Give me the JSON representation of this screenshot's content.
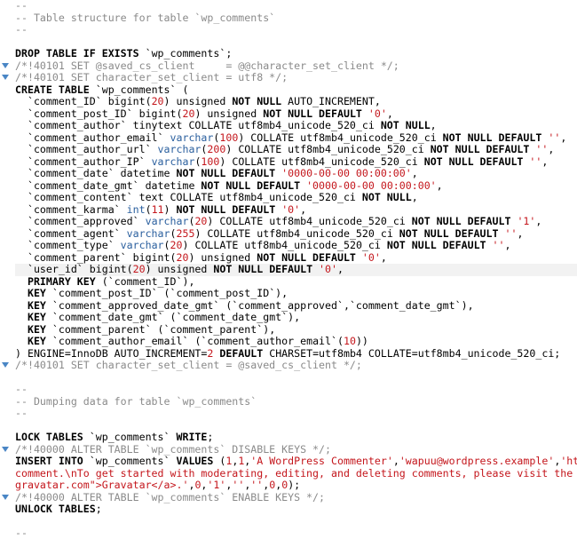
{
  "editor": {
    "lines": [
      {
        "fold": false,
        "current": false,
        "tokens": [
          {
            "c": "c",
            "t": "--"
          }
        ]
      },
      {
        "fold": false,
        "current": false,
        "tokens": [
          {
            "c": "c",
            "t": "-- Table structure for table `wp_comments`"
          }
        ]
      },
      {
        "fold": false,
        "current": false,
        "tokens": [
          {
            "c": "c",
            "t": "--"
          }
        ]
      },
      {
        "fold": false,
        "current": false,
        "tokens": []
      },
      {
        "fold": false,
        "current": false,
        "tokens": [
          {
            "c": "k",
            "t": "DROP TABLE IF EXISTS"
          },
          {
            "c": "p",
            "t": " `wp_comments`;"
          }
        ]
      },
      {
        "fold": true,
        "current": false,
        "tokens": [
          {
            "c": "c",
            "t": "/*!40101 SET @saved_cs_client     = @@character_set_client */;"
          }
        ]
      },
      {
        "fold": true,
        "current": false,
        "tokens": [
          {
            "c": "c",
            "t": "/*!40101 SET character_set_client = utf8 */;"
          }
        ]
      },
      {
        "fold": false,
        "current": false,
        "tokens": [
          {
            "c": "k",
            "t": "CREATE TABLE"
          },
          {
            "c": "p",
            "t": " `wp_comments` ("
          }
        ]
      },
      {
        "fold": false,
        "current": false,
        "tokens": [
          {
            "c": "p",
            "t": "  `comment_ID` bigint("
          },
          {
            "c": "n",
            "t": "20"
          },
          {
            "c": "p",
            "t": ") unsigned "
          },
          {
            "c": "k",
            "t": "NOT NULL"
          },
          {
            "c": "p",
            "t": " AUTO_INCREMENT,"
          }
        ]
      },
      {
        "fold": false,
        "current": false,
        "tokens": [
          {
            "c": "p",
            "t": "  `comment_post_ID` bigint("
          },
          {
            "c": "n",
            "t": "20"
          },
          {
            "c": "p",
            "t": ") unsigned "
          },
          {
            "c": "k",
            "t": "NOT NULL DEFAULT"
          },
          {
            "c": "p",
            "t": " "
          },
          {
            "c": "s",
            "t": "'0'"
          },
          {
            "c": "p",
            "t": ","
          }
        ]
      },
      {
        "fold": false,
        "current": false,
        "tokens": [
          {
            "c": "p",
            "t": "  `comment_author` tinytext COLLATE utf8mb4_unicode_520_ci "
          },
          {
            "c": "k",
            "t": "NOT NULL"
          },
          {
            "c": "p",
            "t": ","
          }
        ]
      },
      {
        "fold": false,
        "current": false,
        "tokens": [
          {
            "c": "p",
            "t": "  `comment_author_email` "
          },
          {
            "c": "t",
            "t": "varchar"
          },
          {
            "c": "p",
            "t": "("
          },
          {
            "c": "n",
            "t": "100"
          },
          {
            "c": "p",
            "t": ") COLLATE utf8mb4_unicode_520_ci "
          },
          {
            "c": "k",
            "t": "NOT NULL DEFAULT"
          },
          {
            "c": "p",
            "t": " "
          },
          {
            "c": "s",
            "t": "''"
          },
          {
            "c": "p",
            "t": ","
          }
        ]
      },
      {
        "fold": false,
        "current": false,
        "tokens": [
          {
            "c": "p",
            "t": "  `comment_author_url` "
          },
          {
            "c": "t",
            "t": "varchar"
          },
          {
            "c": "p",
            "t": "("
          },
          {
            "c": "n",
            "t": "200"
          },
          {
            "c": "p",
            "t": ") COLLATE utf8mb4_unicode_520_ci "
          },
          {
            "c": "k",
            "t": "NOT NULL DEFAULT"
          },
          {
            "c": "p",
            "t": " "
          },
          {
            "c": "s",
            "t": "''"
          },
          {
            "c": "p",
            "t": ","
          }
        ]
      },
      {
        "fold": false,
        "current": false,
        "tokens": [
          {
            "c": "p",
            "t": "  `comment_author_IP` "
          },
          {
            "c": "t",
            "t": "varchar"
          },
          {
            "c": "p",
            "t": "("
          },
          {
            "c": "n",
            "t": "100"
          },
          {
            "c": "p",
            "t": ") COLLATE utf8mb4_unicode_520_ci "
          },
          {
            "c": "k",
            "t": "NOT NULL DEFAULT"
          },
          {
            "c": "p",
            "t": " "
          },
          {
            "c": "s",
            "t": "''"
          },
          {
            "c": "p",
            "t": ","
          }
        ]
      },
      {
        "fold": false,
        "current": false,
        "tokens": [
          {
            "c": "p",
            "t": "  `comment_date` datetime "
          },
          {
            "c": "k",
            "t": "NOT NULL DEFAULT"
          },
          {
            "c": "p",
            "t": " "
          },
          {
            "c": "s",
            "t": "'0000-00-00 00:00:00'"
          },
          {
            "c": "p",
            "t": ","
          }
        ]
      },
      {
        "fold": false,
        "current": false,
        "tokens": [
          {
            "c": "p",
            "t": "  `comment_date_gmt` datetime "
          },
          {
            "c": "k",
            "t": "NOT NULL DEFAULT"
          },
          {
            "c": "p",
            "t": " "
          },
          {
            "c": "s",
            "t": "'0000-00-00 00:00:00'"
          },
          {
            "c": "p",
            "t": ","
          }
        ]
      },
      {
        "fold": false,
        "current": false,
        "tokens": [
          {
            "c": "p",
            "t": "  `comment_content` text COLLATE utf8mb4_unicode_520_ci "
          },
          {
            "c": "k",
            "t": "NOT NULL"
          },
          {
            "c": "p",
            "t": ","
          }
        ]
      },
      {
        "fold": false,
        "current": false,
        "tokens": [
          {
            "c": "p",
            "t": "  `comment_karma` "
          },
          {
            "c": "t",
            "t": "int"
          },
          {
            "c": "p",
            "t": "("
          },
          {
            "c": "n",
            "t": "11"
          },
          {
            "c": "p",
            "t": ") "
          },
          {
            "c": "k",
            "t": "NOT NULL DEFAULT"
          },
          {
            "c": "p",
            "t": " "
          },
          {
            "c": "s",
            "t": "'0'"
          },
          {
            "c": "p",
            "t": ","
          }
        ]
      },
      {
        "fold": false,
        "current": false,
        "tokens": [
          {
            "c": "p",
            "t": "  `comment_approved` "
          },
          {
            "c": "t",
            "t": "varchar"
          },
          {
            "c": "p",
            "t": "("
          },
          {
            "c": "n",
            "t": "20"
          },
          {
            "c": "p",
            "t": ") COLLATE utf8mb4_unicode_520_ci "
          },
          {
            "c": "k",
            "t": "NOT NULL DEFAULT"
          },
          {
            "c": "p",
            "t": " "
          },
          {
            "c": "s",
            "t": "'1'"
          },
          {
            "c": "p",
            "t": ","
          }
        ]
      },
      {
        "fold": false,
        "current": false,
        "tokens": [
          {
            "c": "p",
            "t": "  `comment_agent` "
          },
          {
            "c": "t",
            "t": "varchar"
          },
          {
            "c": "p",
            "t": "("
          },
          {
            "c": "n",
            "t": "255"
          },
          {
            "c": "p",
            "t": ") COLLATE utf8mb4_unicode_520_ci "
          },
          {
            "c": "k",
            "t": "NOT NULL DEFAULT"
          },
          {
            "c": "p",
            "t": " "
          },
          {
            "c": "s",
            "t": "''"
          },
          {
            "c": "p",
            "t": ","
          }
        ]
      },
      {
        "fold": false,
        "current": false,
        "tokens": [
          {
            "c": "p",
            "t": "  `comment_type` "
          },
          {
            "c": "t",
            "t": "varchar"
          },
          {
            "c": "p",
            "t": "("
          },
          {
            "c": "n",
            "t": "20"
          },
          {
            "c": "p",
            "t": ") COLLATE utf8mb4_unicode_520_ci "
          },
          {
            "c": "k",
            "t": "NOT NULL DEFAULT"
          },
          {
            "c": "p",
            "t": " "
          },
          {
            "c": "s",
            "t": "''"
          },
          {
            "c": "p",
            "t": ","
          }
        ]
      },
      {
        "fold": false,
        "current": false,
        "tokens": [
          {
            "c": "p",
            "t": "  `comment_parent` bigint("
          },
          {
            "c": "n",
            "t": "20"
          },
          {
            "c": "p",
            "t": ") unsigned "
          },
          {
            "c": "k",
            "t": "NOT NULL DEFAULT"
          },
          {
            "c": "p",
            "t": " "
          },
          {
            "c": "s",
            "t": "'0'"
          },
          {
            "c": "p",
            "t": ","
          }
        ]
      },
      {
        "fold": false,
        "current": true,
        "tokens": [
          {
            "c": "p",
            "t": "  `user_id` bigint("
          },
          {
            "c": "n",
            "t": "20"
          },
          {
            "c": "p",
            "t": ") unsigned "
          },
          {
            "c": "k",
            "t": "NOT NULL DEFAULT"
          },
          {
            "c": "p",
            "t": " "
          },
          {
            "c": "s",
            "t": "'0'"
          },
          {
            "c": "p",
            "t": ","
          }
        ]
      },
      {
        "fold": false,
        "current": false,
        "tokens": [
          {
            "c": "p",
            "t": "  "
          },
          {
            "c": "k",
            "t": "PRIMARY KEY"
          },
          {
            "c": "p",
            "t": " (`comment_ID`),"
          }
        ]
      },
      {
        "fold": false,
        "current": false,
        "tokens": [
          {
            "c": "p",
            "t": "  "
          },
          {
            "c": "k",
            "t": "KEY"
          },
          {
            "c": "p",
            "t": " `comment_post_ID` (`comment_post_ID`),"
          }
        ]
      },
      {
        "fold": false,
        "current": false,
        "tokens": [
          {
            "c": "p",
            "t": "  "
          },
          {
            "c": "k",
            "t": "KEY"
          },
          {
            "c": "p",
            "t": " `comment_approved_date_gmt` (`comment_approved`,`comment_date_gmt`),"
          }
        ]
      },
      {
        "fold": false,
        "current": false,
        "tokens": [
          {
            "c": "p",
            "t": "  "
          },
          {
            "c": "k",
            "t": "KEY"
          },
          {
            "c": "p",
            "t": " `comment_date_gmt` (`comment_date_gmt`),"
          }
        ]
      },
      {
        "fold": false,
        "current": false,
        "tokens": [
          {
            "c": "p",
            "t": "  "
          },
          {
            "c": "k",
            "t": "KEY"
          },
          {
            "c": "p",
            "t": " `comment_parent` (`comment_parent`),"
          }
        ]
      },
      {
        "fold": false,
        "current": false,
        "tokens": [
          {
            "c": "p",
            "t": "  "
          },
          {
            "c": "k",
            "t": "KEY"
          },
          {
            "c": "p",
            "t": " `comment_author_email` (`comment_author_email`("
          },
          {
            "c": "n",
            "t": "10"
          },
          {
            "c": "p",
            "t": "))"
          }
        ]
      },
      {
        "fold": false,
        "current": false,
        "tokens": [
          {
            "c": "p",
            "t": ") ENGINE=InnoDB AUTO_INCREMENT="
          },
          {
            "c": "n",
            "t": "2"
          },
          {
            "c": "p",
            "t": " "
          },
          {
            "c": "k",
            "t": "DEFAULT"
          },
          {
            "c": "p",
            "t": " CHARSET=utf8mb4 COLLATE=utf8mb4_unicode_520_ci;"
          }
        ]
      },
      {
        "fold": true,
        "current": false,
        "tokens": [
          {
            "c": "c",
            "t": "/*!40101 SET character_set_client = @saved_cs_client */;"
          }
        ]
      },
      {
        "fold": false,
        "current": false,
        "tokens": []
      },
      {
        "fold": false,
        "current": false,
        "tokens": [
          {
            "c": "c",
            "t": "--"
          }
        ]
      },
      {
        "fold": false,
        "current": false,
        "tokens": [
          {
            "c": "c",
            "t": "-- Dumping data for table `wp_comments`"
          }
        ]
      },
      {
        "fold": false,
        "current": false,
        "tokens": [
          {
            "c": "c",
            "t": "--"
          }
        ]
      },
      {
        "fold": false,
        "current": false,
        "tokens": []
      },
      {
        "fold": false,
        "current": false,
        "tokens": [
          {
            "c": "k",
            "t": "LOCK TABLES"
          },
          {
            "c": "p",
            "t": " `wp_comments` "
          },
          {
            "c": "k",
            "t": "WRITE"
          },
          {
            "c": "p",
            "t": ";"
          }
        ]
      },
      {
        "fold": true,
        "current": false,
        "tokens": [
          {
            "c": "c",
            "t": "/*!40000 ALTER TABLE `wp_comments` DISABLE KEYS */;"
          }
        ]
      },
      {
        "fold": false,
        "current": false,
        "tokens": [
          {
            "c": "k",
            "t": "INSERT INTO"
          },
          {
            "c": "p",
            "t": " `wp_comments` "
          },
          {
            "c": "k",
            "t": "VALUES"
          },
          {
            "c": "p",
            "t": " ("
          },
          {
            "c": "n",
            "t": "1"
          },
          {
            "c": "p",
            "t": ","
          },
          {
            "c": "n",
            "t": "1"
          },
          {
            "c": "p",
            "t": ","
          },
          {
            "c": "s",
            "t": "'A WordPress Commenter'"
          },
          {
            "c": "p",
            "t": ","
          },
          {
            "c": "s",
            "t": "'wapuu@wordpress.example'"
          },
          {
            "c": "p",
            "t": ","
          },
          {
            "c": "s",
            "t": "'htt"
          }
        ]
      },
      {
        "fold": false,
        "current": false,
        "tokens": [
          {
            "c": "s",
            "t": "comment.\\nTo get started with moderating, editing, and deleting comments, please visit the C"
          }
        ]
      },
      {
        "fold": false,
        "current": false,
        "tokens": [
          {
            "c": "s",
            "t": "gravatar.com\">Gravatar</a>.'"
          },
          {
            "c": "p",
            "t": ","
          },
          {
            "c": "n",
            "t": "0"
          },
          {
            "c": "p",
            "t": ","
          },
          {
            "c": "s",
            "t": "'1'"
          },
          {
            "c": "p",
            "t": ","
          },
          {
            "c": "s",
            "t": "''"
          },
          {
            "c": "p",
            "t": ","
          },
          {
            "c": "s",
            "t": "''"
          },
          {
            "c": "p",
            "t": ","
          },
          {
            "c": "n",
            "t": "0"
          },
          {
            "c": "p",
            "t": ","
          },
          {
            "c": "n",
            "t": "0"
          },
          {
            "c": "p",
            "t": ");"
          }
        ]
      },
      {
        "fold": true,
        "current": false,
        "tokens": [
          {
            "c": "c",
            "t": "/*!40000 ALTER TABLE `wp_comments` ENABLE KEYS */;"
          }
        ]
      },
      {
        "fold": false,
        "current": false,
        "tokens": [
          {
            "c": "k",
            "t": "UNLOCK TABLES"
          },
          {
            "c": "p",
            "t": ";"
          }
        ]
      },
      {
        "fold": false,
        "current": false,
        "tokens": []
      },
      {
        "fold": false,
        "current": false,
        "tokens": [
          {
            "c": "c",
            "t": "--"
          }
        ]
      }
    ]
  }
}
